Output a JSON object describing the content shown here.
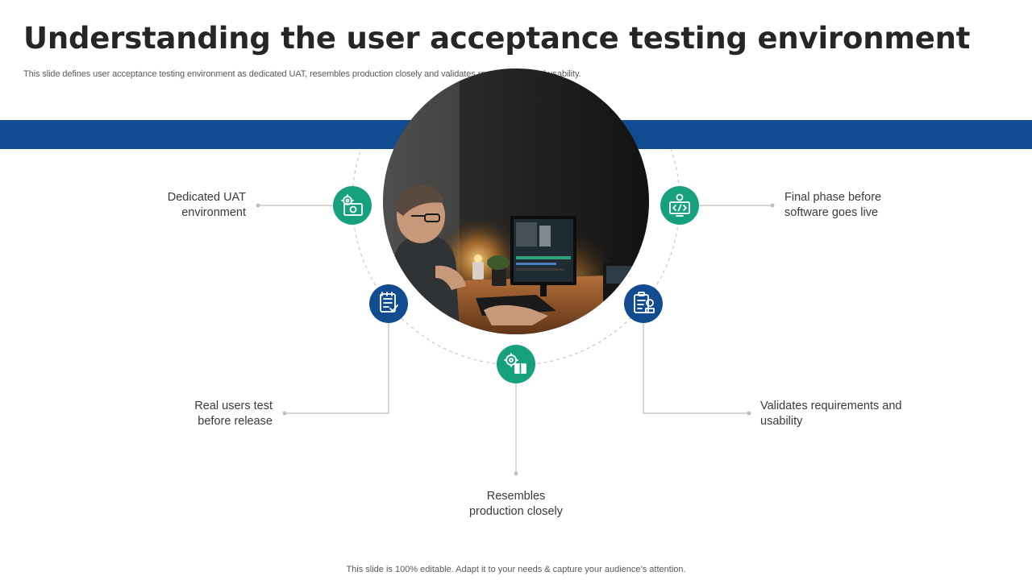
{
  "slide": {
    "title": "Understanding the user acceptance testing environment",
    "subtitle": "This slide defines user acceptance testing environment as dedicated UAT, resembles production closely and validates requirements and usability.",
    "footer": "This slide is 100% editable. Adapt it to your needs & capture your audience’s attention."
  },
  "colors": {
    "band": "#124b8f",
    "green": "#17a07e",
    "blue": "#124b8f",
    "connector": "#bfbfbf",
    "dashed_ring": "#c8c8c8"
  },
  "features": [
    {
      "label": "Dedicated UAT\nenvironment",
      "icon": "monitor-gear-icon",
      "color": "green"
    },
    {
      "label": "Real users test\nbefore release",
      "icon": "checklist-icon",
      "color": "blue"
    },
    {
      "label": "Resembles\nproduction closely",
      "icon": "gears-box-icon",
      "color": "green"
    },
    {
      "label": "Validates requirements and\nusability",
      "icon": "clipboard-coin-icon",
      "color": "blue"
    },
    {
      "label": "Final phase before\nsoftware goes live",
      "icon": "code-monitor-icon",
      "color": "green"
    }
  ],
  "photo": {
    "subject": "man-at-computer-photo"
  }
}
